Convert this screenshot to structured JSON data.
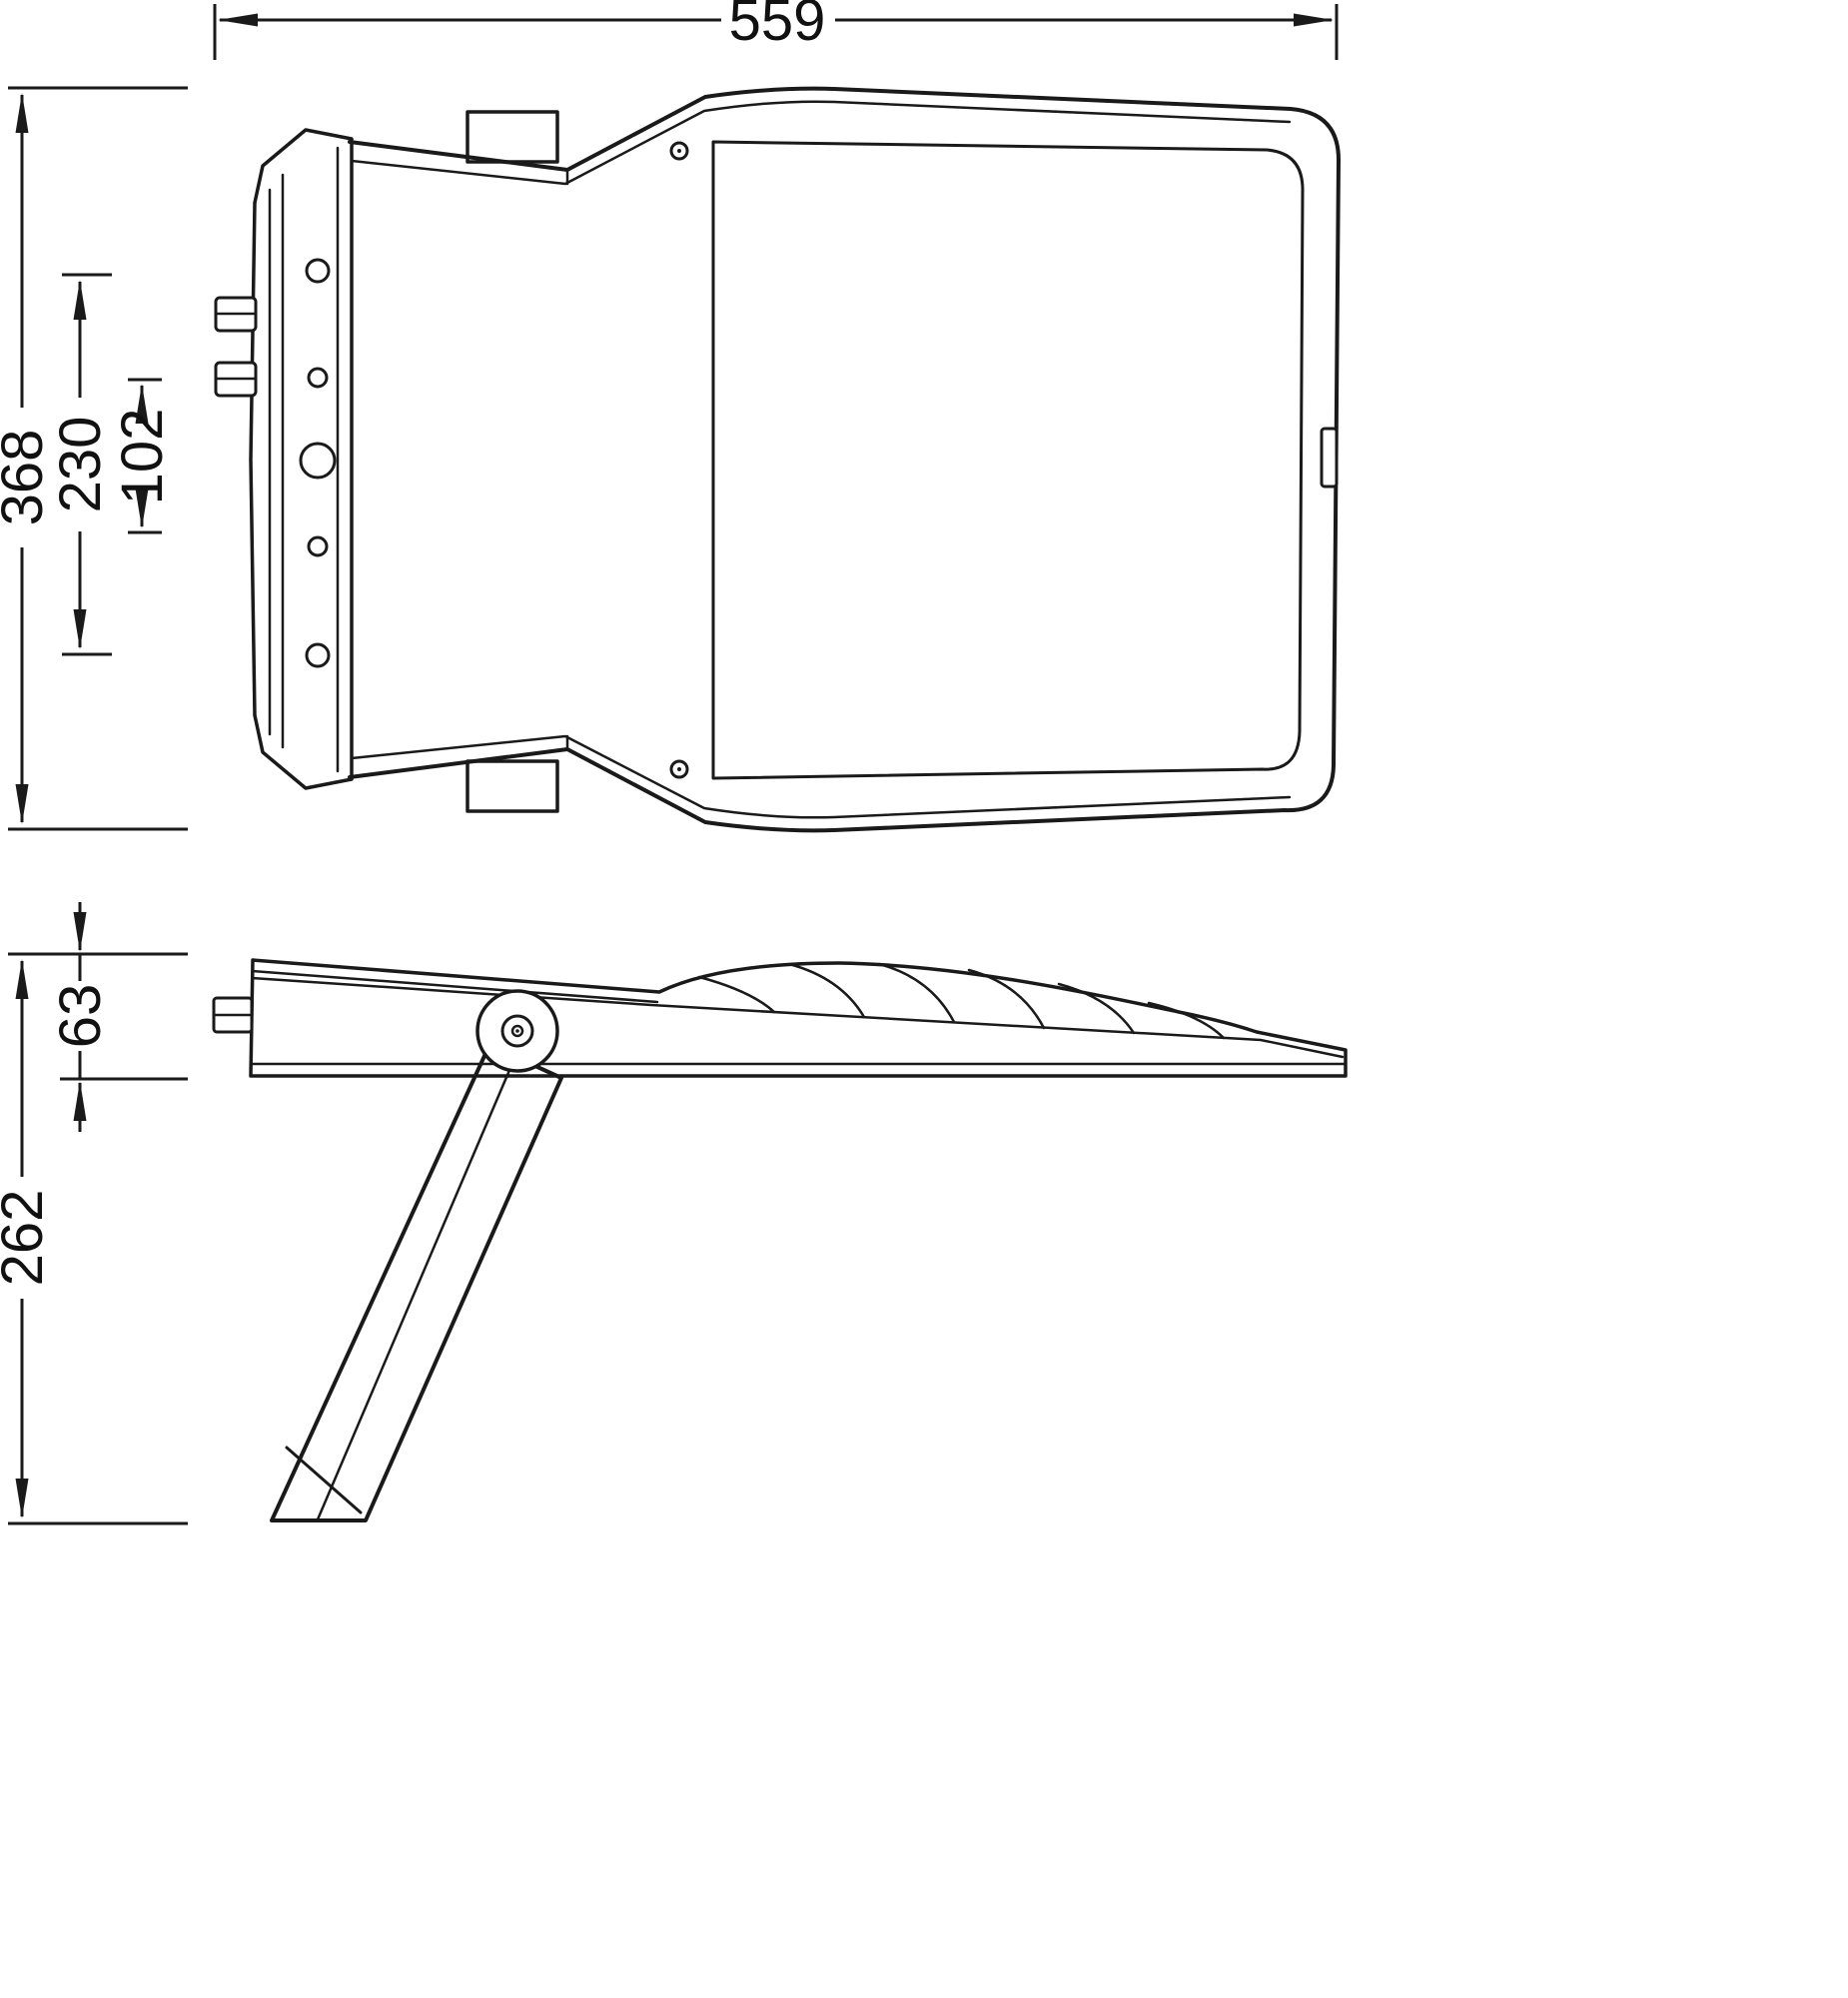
{
  "drawing": {
    "type": "technical-dimension-drawing",
    "subject": "floodlight-luminaire-two-views",
    "dimensions": {
      "overall_width_top": "559",
      "overall_depth_top": "368",
      "inner_pitch_outer": "230",
      "inner_pitch_inner": "102",
      "housing_thickness_side": "63",
      "overall_height_side": "262"
    },
    "colors": {
      "line": "#1a1a1a",
      "background": "#ffffff"
    }
  }
}
